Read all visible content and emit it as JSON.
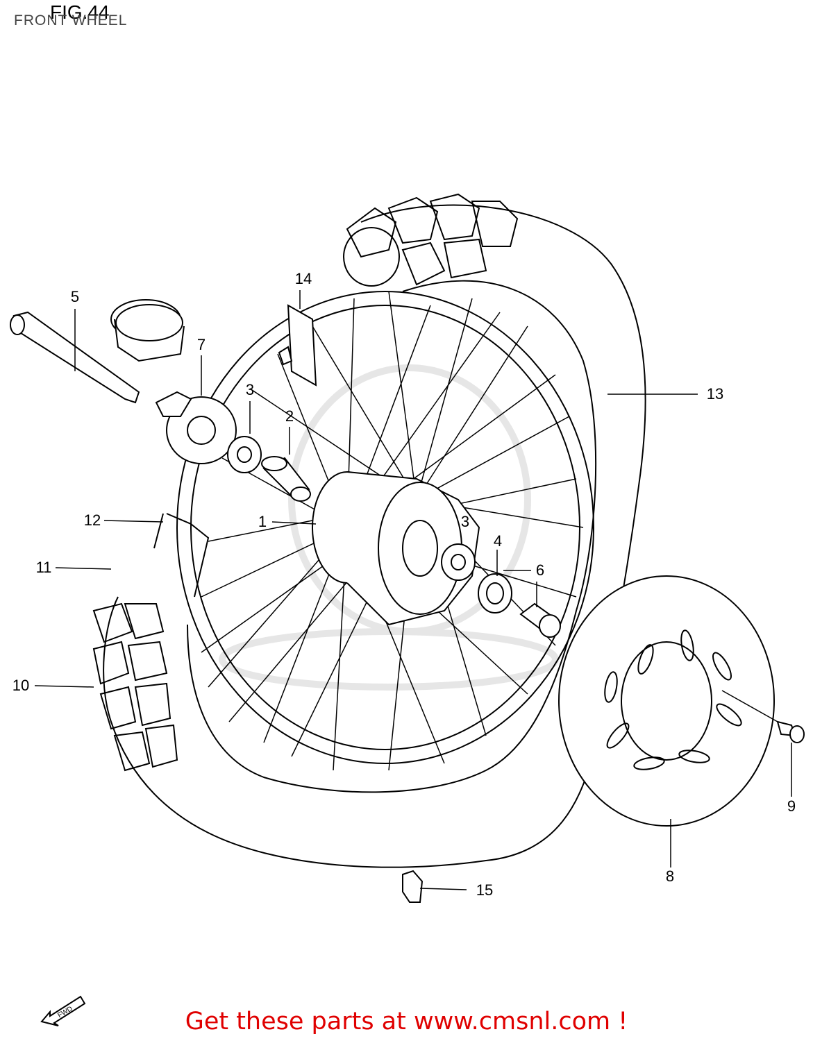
{
  "header": {
    "figure_label": "FIG.44",
    "subtitle": "FRONT WHEEL"
  },
  "parts": [
    {
      "ref": "1",
      "name": "hub"
    },
    {
      "ref": "2",
      "name": "spacer"
    },
    {
      "ref": "3",
      "name": "bearing-left"
    },
    {
      "ref": "3",
      "name": "bearing-right"
    },
    {
      "ref": "4",
      "name": "oil-seal"
    },
    {
      "ref": "5",
      "name": "axle"
    },
    {
      "ref": "6",
      "name": "collar"
    },
    {
      "ref": "7",
      "name": "speedometer-gearbox"
    },
    {
      "ref": "8",
      "name": "brake-disc"
    },
    {
      "ref": "9",
      "name": "disc-bolt"
    },
    {
      "ref": "10",
      "name": "tire"
    },
    {
      "ref": "11",
      "name": "tube"
    },
    {
      "ref": "12",
      "name": "rim-band"
    },
    {
      "ref": "13",
      "name": "rim-and-spokes"
    },
    {
      "ref": "14",
      "name": "label"
    },
    {
      "ref": "15",
      "name": "balancer"
    }
  ],
  "fwd_label": "FWD",
  "footer": {
    "link_text": "Get these parts at www.cmsnl.com !"
  },
  "colors": {
    "footer_text": "#e00000",
    "line": "#000000",
    "watermark": "#e6e6e6"
  }
}
